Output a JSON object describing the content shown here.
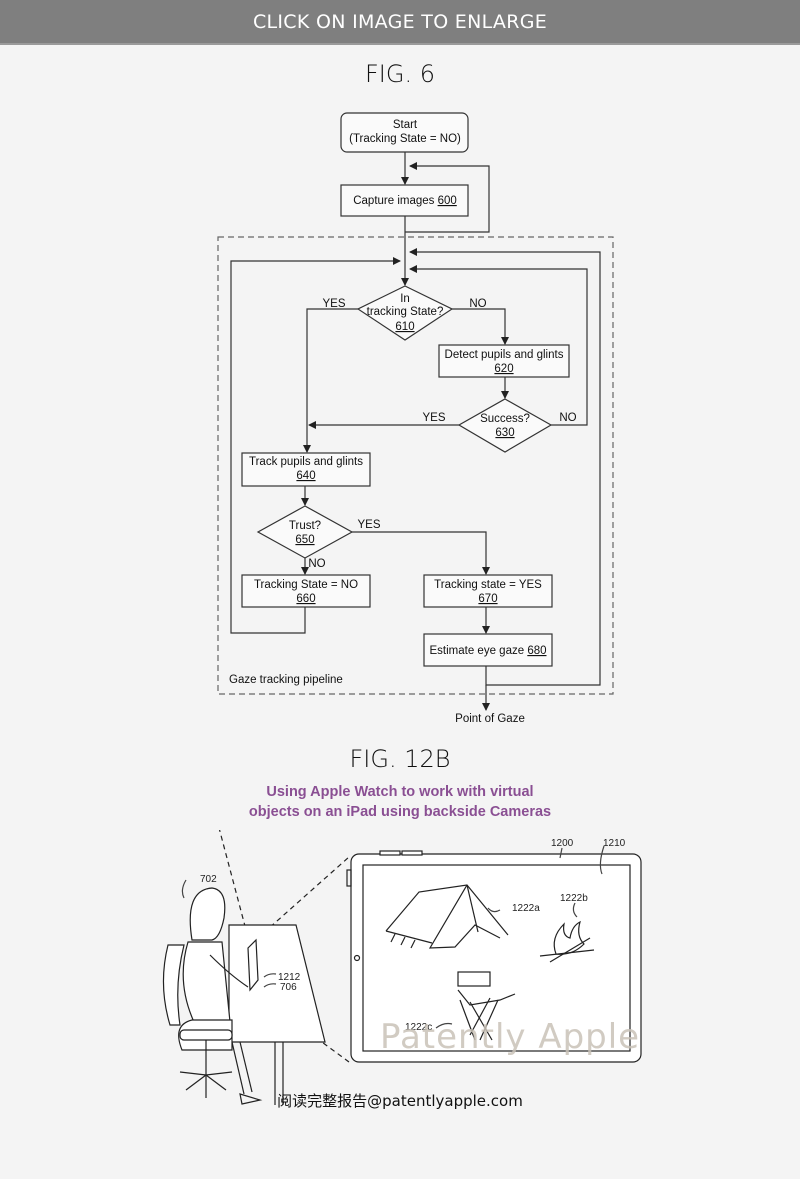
{
  "banner": {
    "label": "CLICK ON IMAGE TO ENLARGE"
  },
  "fig6": {
    "title": "FIG. 6",
    "pipeline_label": "Gaze tracking pipeline",
    "start": {
      "line1": "Start",
      "line2": "(Tracking State = NO)"
    },
    "capture": {
      "text": "Capture images ",
      "ref": "600"
    },
    "d610": {
      "line1": "In",
      "line2": "tracking State?",
      "ref": "610",
      "yes": "YES",
      "no": "NO"
    },
    "detect": {
      "text": "Detect pupils and glints",
      "ref": "620"
    },
    "d630": {
      "line1": "Success?",
      "ref": "630",
      "yes": "YES",
      "no": "NO"
    },
    "track": {
      "text": "Track pupils and glints",
      "ref": "640"
    },
    "d650": {
      "line1": "Trust?",
      "ref": "650",
      "yes": "YES",
      "no": "NO"
    },
    "s660": {
      "text": "Tracking State = NO",
      "ref": "660"
    },
    "s670": {
      "text": "Tracking state = YES",
      "ref": "670"
    },
    "estimate": {
      "text": "Estimate eye gaze ",
      "ref": "680"
    },
    "output": "Point of Gaze"
  },
  "fig12b": {
    "title": "FIG. 12B",
    "subtitle_line1": "Using Apple Watch to work with virtual",
    "subtitle_line2": "objects on an iPad using backside Cameras",
    "labels": {
      "user": "702",
      "watch_a": "1212",
      "watch_b": "706",
      "device": "1200",
      "display": "1210",
      "tent": "1222a",
      "fire": "1222b",
      "chair": "1222c"
    },
    "watermark": "Patently Apple",
    "footer": "阅读完整报告@patentlyapple.com"
  }
}
